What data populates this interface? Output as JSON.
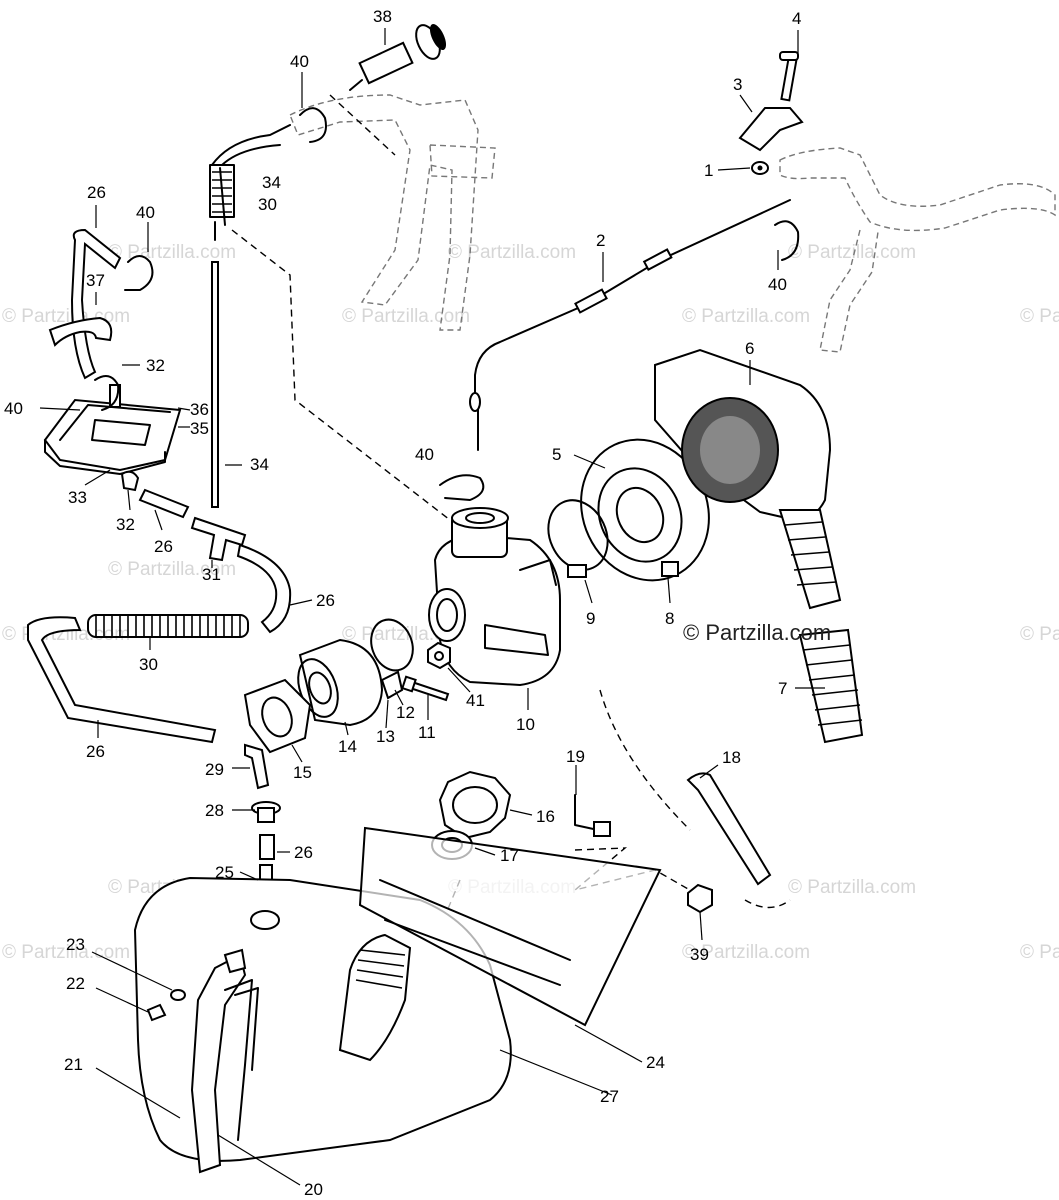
{
  "watermarks": {
    "text": "© Partzilla.com",
    "main": "© Partzilla.com"
  },
  "callouts": [
    {
      "id": "38",
      "text": "38"
    },
    {
      "id": "4",
      "text": "4"
    },
    {
      "id": "3",
      "text": "3"
    },
    {
      "id": "1",
      "text": "1"
    },
    {
      "id": "2",
      "text": "2"
    },
    {
      "id": "40a",
      "text": "40"
    },
    {
      "id": "40b",
      "text": "40"
    },
    {
      "id": "40c",
      "text": "40"
    },
    {
      "id": "40d",
      "text": "40"
    },
    {
      "id": "40e",
      "text": "40"
    },
    {
      "id": "34a",
      "text": "34"
    },
    {
      "id": "30a",
      "text": "30"
    },
    {
      "id": "26a",
      "text": "26"
    },
    {
      "id": "37",
      "text": "37"
    },
    {
      "id": "32a",
      "text": "32"
    },
    {
      "id": "36",
      "text": "36"
    },
    {
      "id": "35",
      "text": "35"
    },
    {
      "id": "34b",
      "text": "34"
    },
    {
      "id": "33",
      "text": "33"
    },
    {
      "id": "32b",
      "text": "32"
    },
    {
      "id": "26b",
      "text": "26"
    },
    {
      "id": "31",
      "text": "31"
    },
    {
      "id": "26c",
      "text": "26"
    },
    {
      "id": "30b",
      "text": "30"
    },
    {
      "id": "26d",
      "text": "26"
    },
    {
      "id": "6",
      "text": "6"
    },
    {
      "id": "5",
      "text": "5"
    },
    {
      "id": "9",
      "text": "9"
    },
    {
      "id": "8",
      "text": "8"
    },
    {
      "id": "7",
      "text": "7"
    },
    {
      "id": "41",
      "text": "41"
    },
    {
      "id": "10",
      "text": "10"
    },
    {
      "id": "11",
      "text": "11"
    },
    {
      "id": "12",
      "text": "12"
    },
    {
      "id": "13",
      "text": "13"
    },
    {
      "id": "14",
      "text": "14"
    },
    {
      "id": "15",
      "text": "15"
    },
    {
      "id": "29",
      "text": "29"
    },
    {
      "id": "28",
      "text": "28"
    },
    {
      "id": "26e",
      "text": "26"
    },
    {
      "id": "25",
      "text": "25"
    },
    {
      "id": "19",
      "text": "19"
    },
    {
      "id": "18",
      "text": "18"
    },
    {
      "id": "16",
      "text": "16"
    },
    {
      "id": "17",
      "text": "17"
    },
    {
      "id": "39",
      "text": "39"
    },
    {
      "id": "23",
      "text": "23"
    },
    {
      "id": "22",
      "text": "22"
    },
    {
      "id": "24",
      "text": "24"
    },
    {
      "id": "27",
      "text": "27"
    },
    {
      "id": "21",
      "text": "21"
    },
    {
      "id": "20",
      "text": "20"
    }
  ]
}
